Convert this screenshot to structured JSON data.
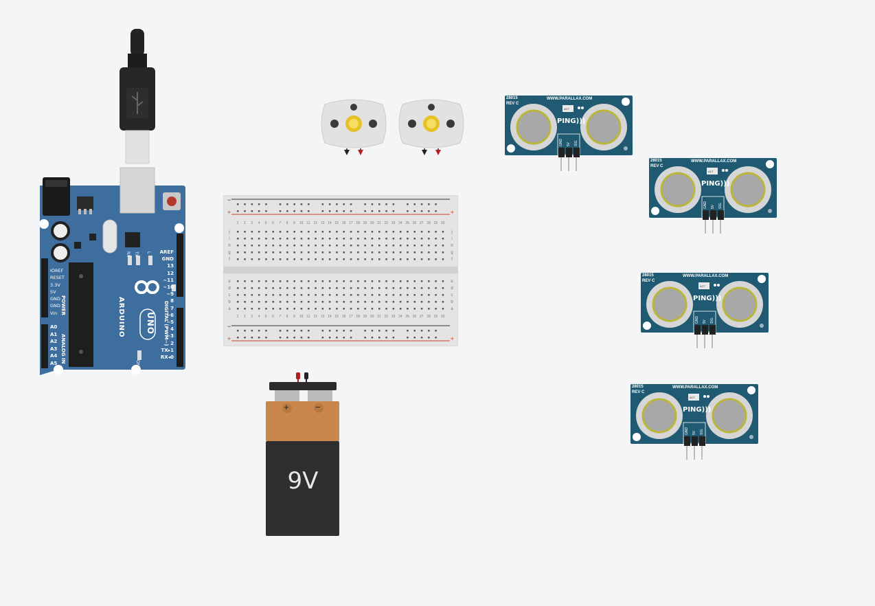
{
  "canvas": {
    "background": "#f3f5f7"
  },
  "arduino": {
    "brand": "ARDUINO",
    "model": "UNO",
    "digital_label": "DIGITAL (PWM~)",
    "power_label": "POWER",
    "analog_label": "ANALOG IN",
    "on_label": "ON",
    "led_labels": [
      "RX",
      "TX",
      "L"
    ],
    "power_pins": [
      "IOREF",
      "RESET",
      "3.3V",
      "5V",
      "GND",
      "GND",
      "Vin"
    ],
    "analog_pins": [
      "A0",
      "A1",
      "A2",
      "A3",
      "A4",
      "A5"
    ],
    "digital_pins": [
      "AREF",
      "GND",
      "13",
      "12",
      "~11",
      "~10",
      "~9",
      "8",
      "7",
      "~6",
      "~5",
      "4",
      "~3",
      "2",
      "TX▸1",
      "RX◂0"
    ],
    "board_color": "#3d6e9e"
  },
  "breadboard": {
    "plus": "+",
    "minus": "−",
    "row_letters_top": [
      "j",
      "i",
      "h",
      "g",
      "f"
    ],
    "row_letters_bottom": [
      "e",
      "d",
      "c",
      "b",
      "a"
    ],
    "columns": 30
  },
  "battery": {
    "label": "9V",
    "plus": "+",
    "minus": "−"
  },
  "motors": [
    {
      "id": "motor-1"
    },
    {
      "id": "motor-2"
    }
  ],
  "ping_sensors": [
    {
      "code": "28015",
      "rev": "REV C",
      "url": "WWW.PARALLAX.COM",
      "name": "PING)))",
      "act": "ACT",
      "pins": [
        "GND",
        "5V",
        "SIG"
      ]
    },
    {
      "code": "28015",
      "rev": "REV C",
      "url": "WWW.PARALLAX.COM",
      "name": "PING)))",
      "act": "ACT",
      "pins": [
        "GND",
        "5V",
        "SIG"
      ]
    },
    {
      "code": "28015",
      "rev": "REV C",
      "url": "WWW.PARALLAX.COM",
      "name": "PING)))",
      "act": "ACT",
      "pins": [
        "GND",
        "5V",
        "SIG"
      ]
    },
    {
      "code": "28015",
      "rev": "REV C",
      "url": "WWW.PARALLAX.COM",
      "name": "PING)))",
      "act": "ACT",
      "pins": [
        "GND",
        "5V",
        "SIG"
      ]
    }
  ],
  "colors": {
    "sensor": "#1f5a72",
    "battery_top": "#c9874d",
    "battery_body": "#2f2f2f",
    "pcb": "#3d6e9e"
  }
}
